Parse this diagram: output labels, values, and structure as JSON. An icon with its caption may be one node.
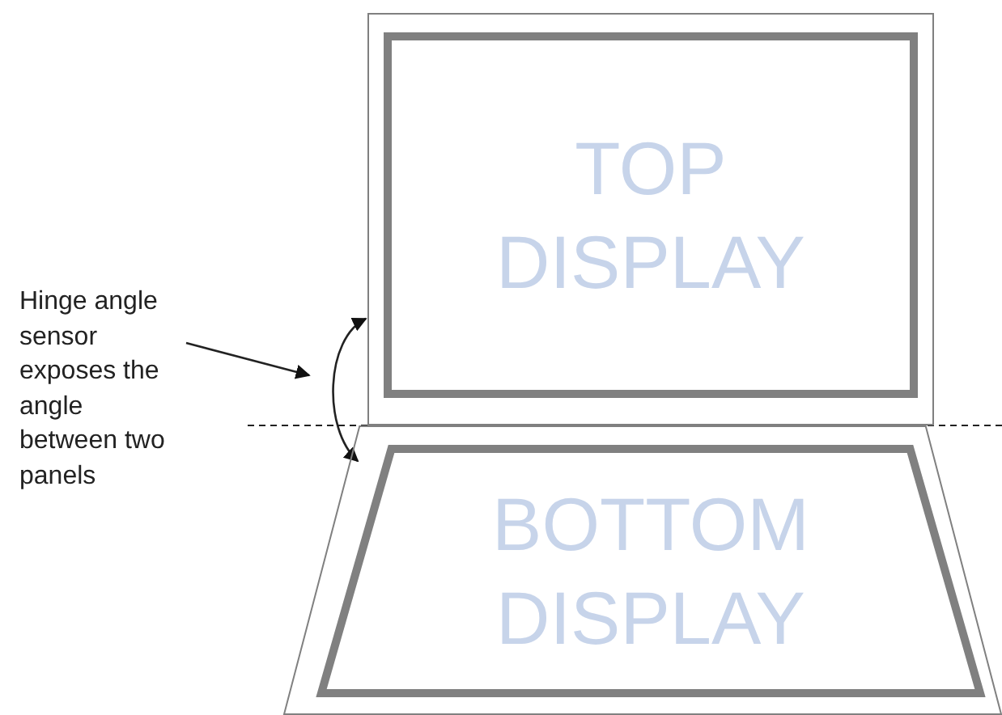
{
  "diagram": {
    "nodes": [
      {
        "text": [],
        "shape": "box"
      },
      {
        "text": [
          "TOP DISPLAY"
        ],
        "in": 0
      },
      {
        "text": [],
        "shape": "trapezoid"
      },
      {
        "text": [
          "BOTTOM DISPLAY"
        ],
        "in": 2
      },
      {
        "text": [
          "Hinge angle sensor exposes the angle between two panels"
        ]
      }
    ],
    "edges": [
      {
        "from": 4,
        "to": null,
        "arrow": "to"
      },
      {
        "from": 0,
        "to": 2,
        "arrow": "both"
      }
    ]
  }
}
